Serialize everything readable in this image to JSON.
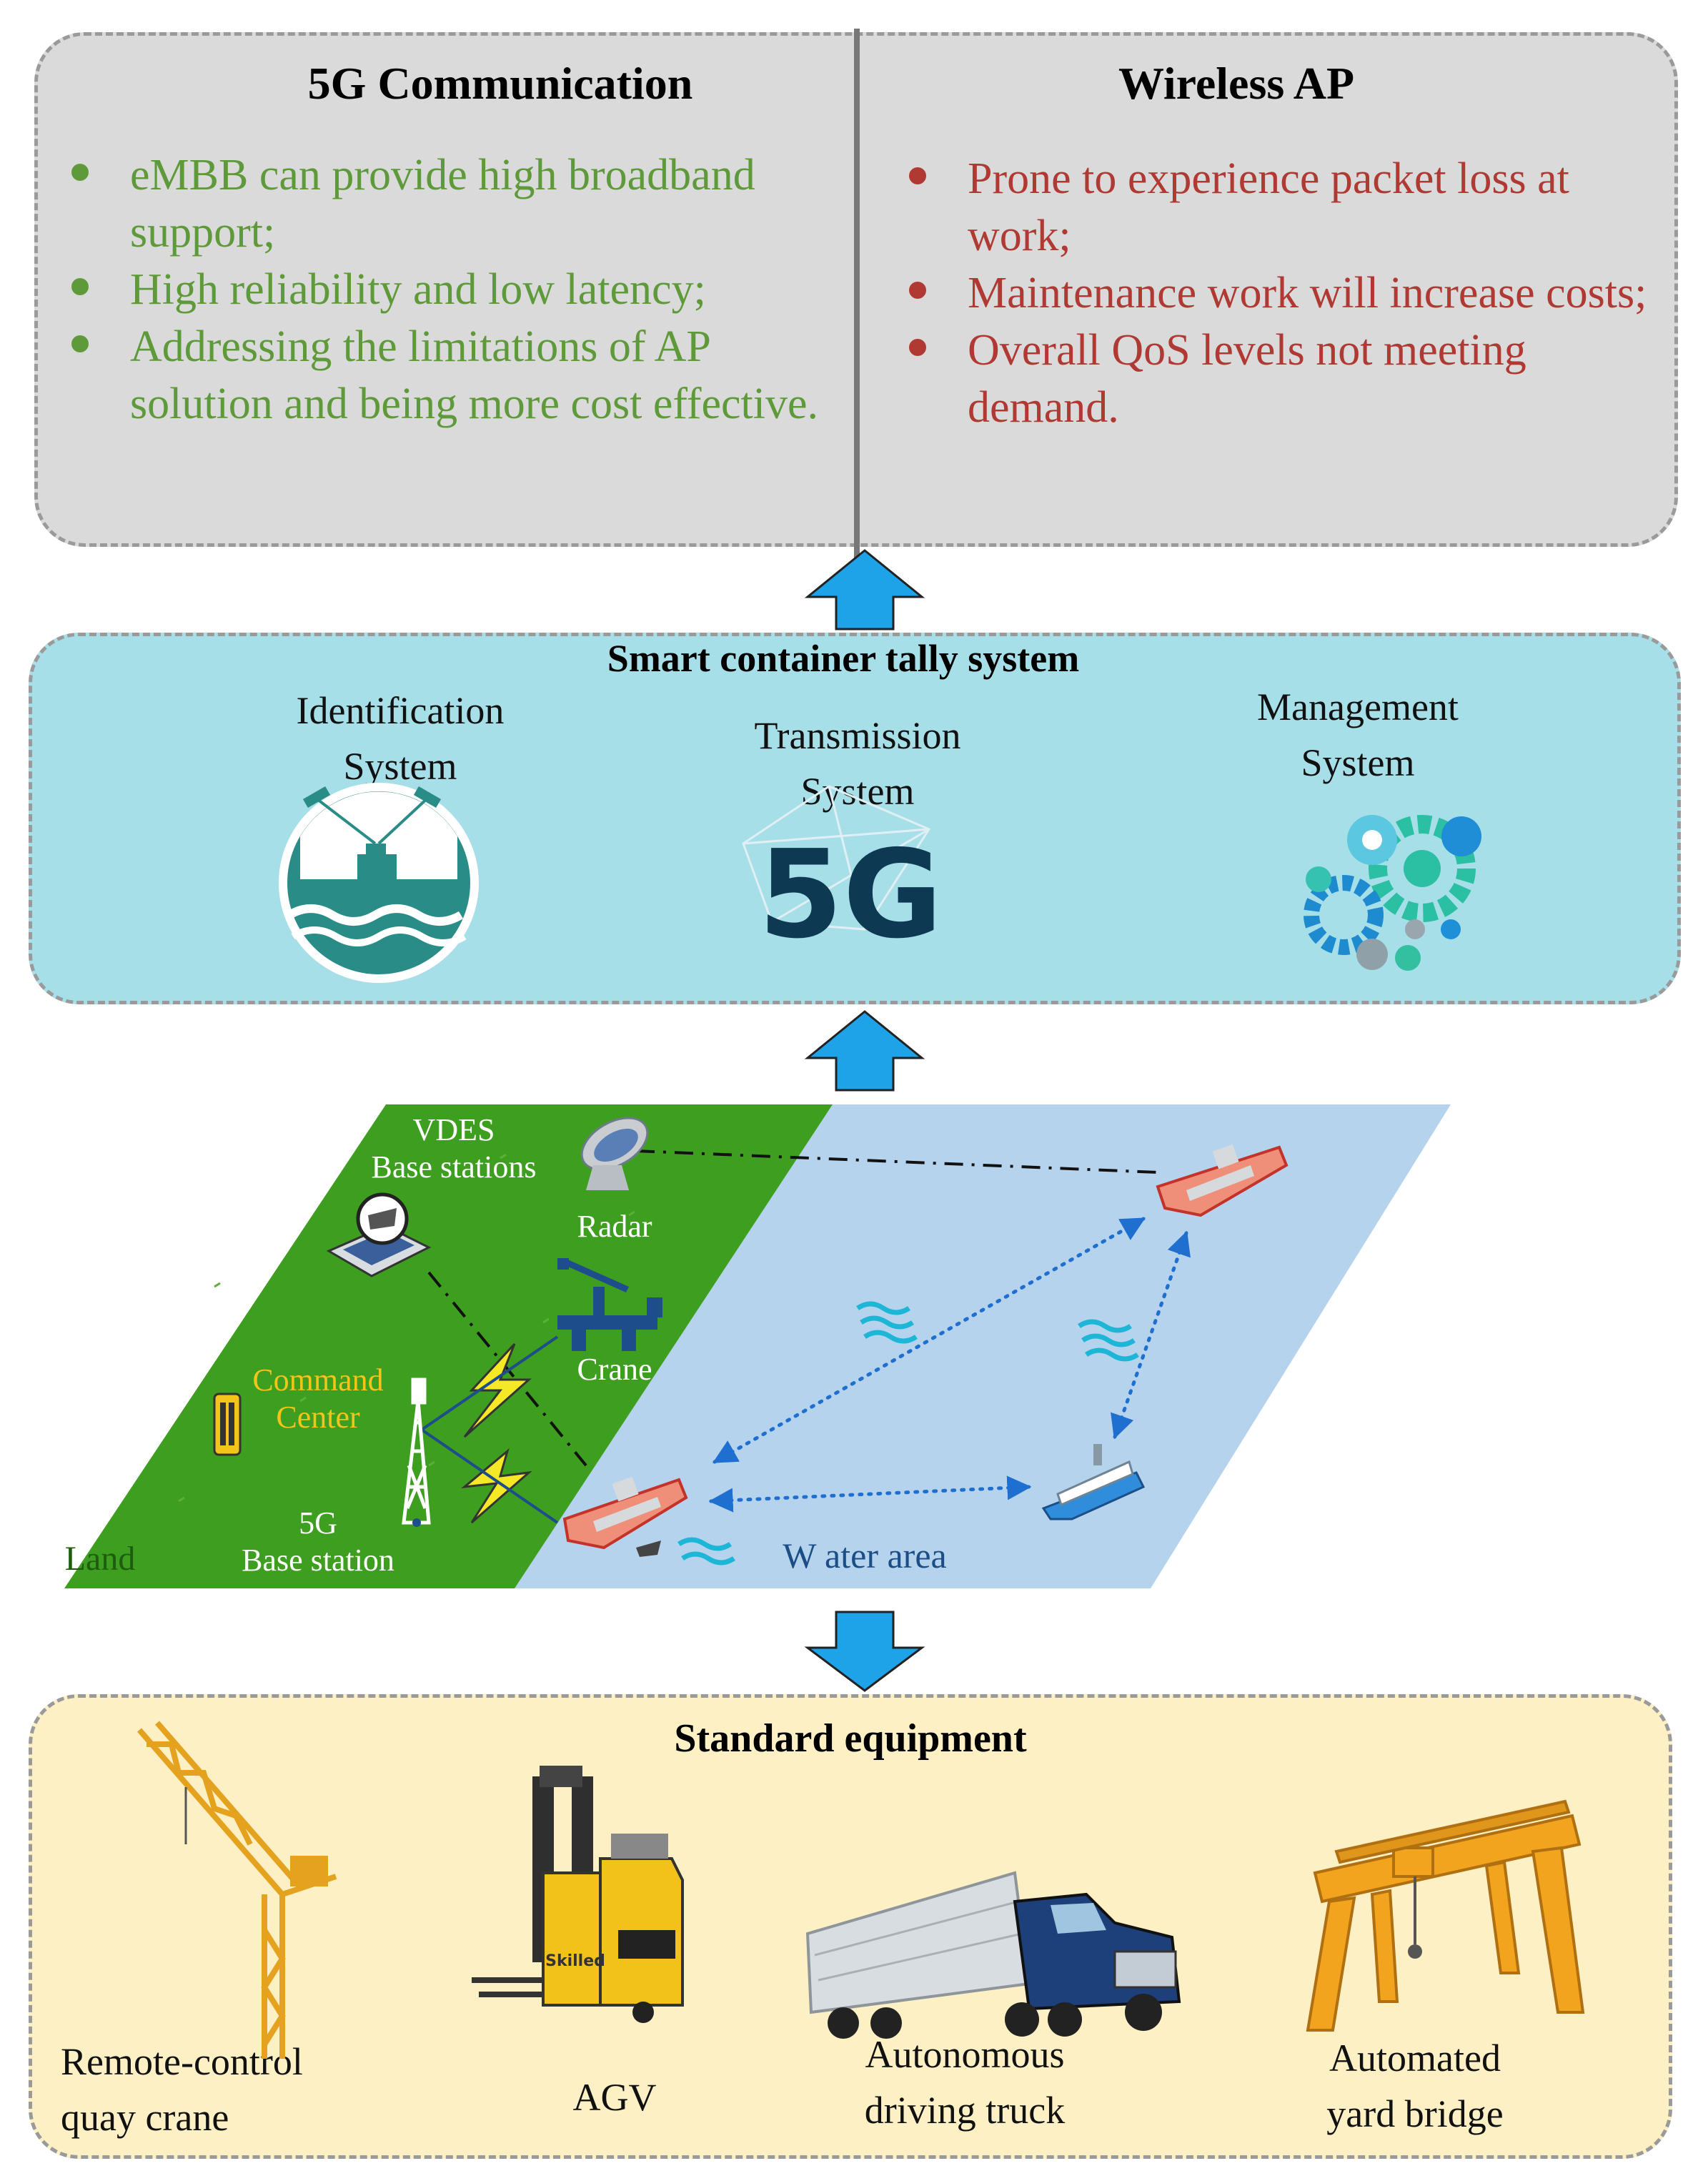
{
  "top": {
    "left_title": "5G Communication",
    "right_title": "Wireless AP",
    "left_bullets": [
      "eMBB can provide high broadband support;",
      "High reliability and low latency;",
      "Addressing the limitations of AP solution and being more cost effective."
    ],
    "right_bullets": [
      "Prone to experience packet loss at work;",
      "Maintenance work will increase costs;",
      "Overall QoS levels not meeting demand."
    ]
  },
  "middle": {
    "title": "Smart container tally system",
    "identification_line1": "Identification",
    "identification_line2": "System",
    "transmission_line1": "Transmission",
    "transmission_line2": "System",
    "management_line1": "Management",
    "management_line2": "System",
    "fiveg_logo": "5G"
  },
  "map": {
    "vdes_line1": "VDES",
    "vdes_line2": "Base stations",
    "radar": "Radar",
    "crane": "Crane",
    "command_line1": "Command",
    "command_line2": "Center",
    "base_line1": "5G",
    "base_line2": "Base station",
    "land": "Land",
    "water": "W ater area"
  },
  "bottom": {
    "title": "Standard equipment",
    "crane_line1": "Remote-control",
    "crane_line2": "quay crane",
    "agv": "AGV",
    "agv_brand": "Skilled",
    "truck_line1": "Autonomous",
    "truck_line2": "driving truck",
    "bridge_line1": "Automated",
    "bridge_line2": "yard bridge"
  },
  "colors": {
    "top_bg": "#dadada",
    "mid_bg": "#a7dfe9",
    "bot_bg": "#fcf0c4",
    "land": "#3e9e1f",
    "water": "#b6d3ed",
    "arrow": "#1ea3e8",
    "positive": "#5f9a3a",
    "negative": "#b03a33",
    "command": "#f3c419"
  }
}
